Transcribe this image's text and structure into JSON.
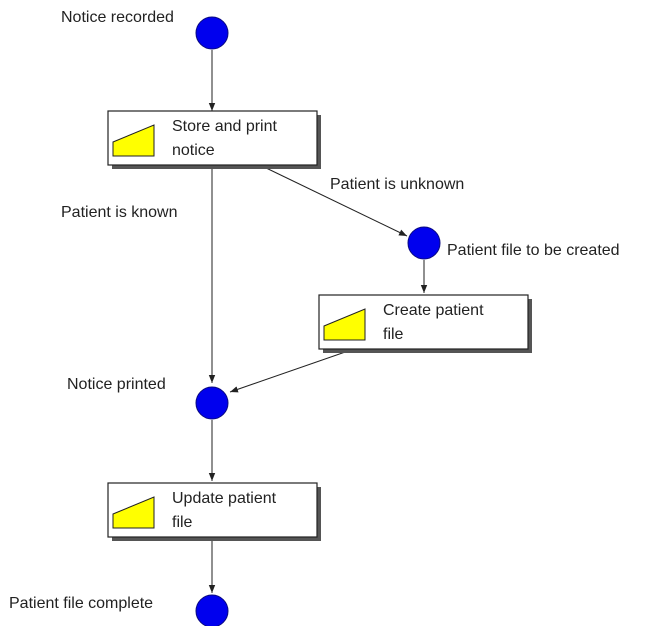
{
  "colors": {
    "event_fill": "#0000ee",
    "function_icon_fill": "#ffff00",
    "line": "#222222"
  },
  "events": {
    "notice_recorded": "Notice recorded",
    "patient_file_to_be_created": "Patient file to be created",
    "notice_printed": "Notice printed",
    "patient_file_complete": "Patient file complete"
  },
  "functions": {
    "store_and_print": {
      "line1": "Store and print",
      "line2": "notice"
    },
    "create_patient_file": {
      "line1": "Create patient",
      "line2": "file"
    },
    "update_patient_file": {
      "line1": "Update patient",
      "line2": "file"
    }
  },
  "conditions": {
    "patient_known": "Patient is known",
    "patient_unknown": "Patient is unknown"
  }
}
